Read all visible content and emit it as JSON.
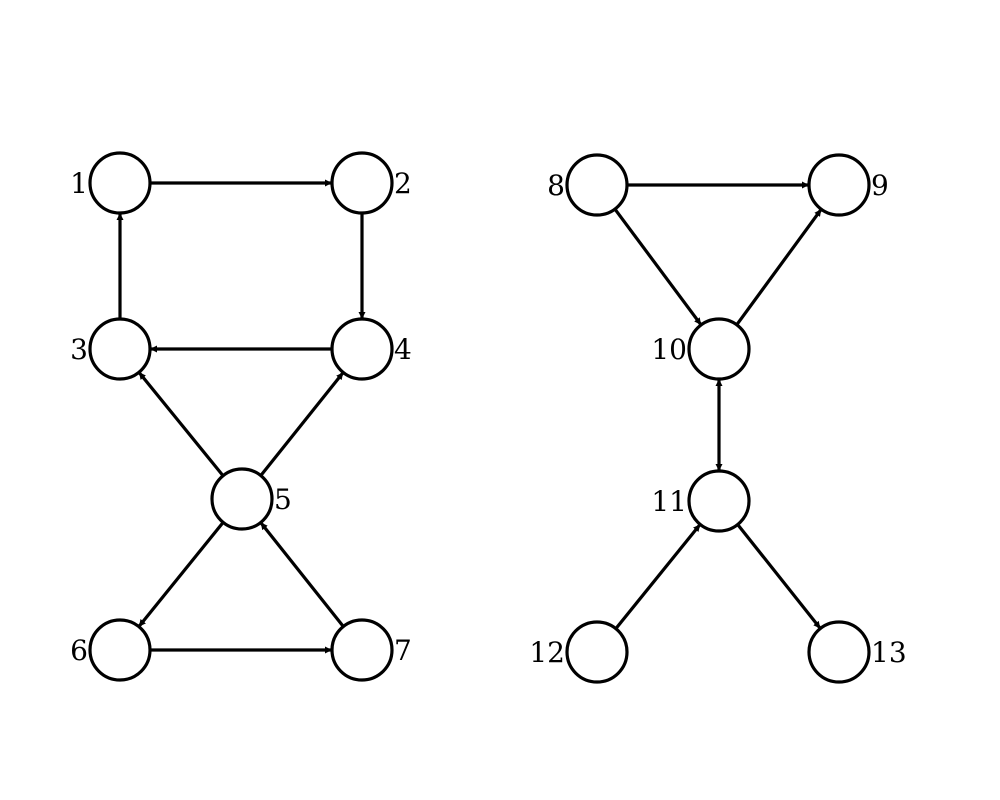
{
  "graphs": [
    {
      "nodes": [
        {
          "id": "1",
          "label": "1"
        },
        {
          "id": "2",
          "label": "2"
        },
        {
          "id": "3",
          "label": "3"
        },
        {
          "id": "4",
          "label": "4"
        },
        {
          "id": "5",
          "label": "5"
        },
        {
          "id": "6",
          "label": "6"
        },
        {
          "id": "7",
          "label": "7"
        }
      ],
      "edges": [
        {
          "from": "1",
          "to": "2",
          "direction": "forward"
        },
        {
          "from": "2",
          "to": "4",
          "direction": "forward"
        },
        {
          "from": "4",
          "to": "3",
          "direction": "forward"
        },
        {
          "from": "3",
          "to": "1",
          "direction": "forward"
        },
        {
          "from": "5",
          "to": "3",
          "direction": "forward"
        },
        {
          "from": "5",
          "to": "4",
          "direction": "forward"
        },
        {
          "from": "5",
          "to": "6",
          "direction": "forward"
        },
        {
          "from": "6",
          "to": "7",
          "direction": "forward"
        },
        {
          "from": "7",
          "to": "5",
          "direction": "forward"
        }
      ]
    },
    {
      "nodes": [
        {
          "id": "8",
          "label": "8"
        },
        {
          "id": "9",
          "label": "9"
        },
        {
          "id": "10",
          "label": "10"
        },
        {
          "id": "11",
          "label": "11"
        },
        {
          "id": "12",
          "label": "12"
        },
        {
          "id": "13",
          "label": "13"
        }
      ],
      "edges": [
        {
          "from": "8",
          "to": "9",
          "direction": "forward"
        },
        {
          "from": "8",
          "to": "10",
          "direction": "forward"
        },
        {
          "from": "10",
          "to": "9",
          "direction": "forward"
        },
        {
          "from": "10",
          "to": "11",
          "direction": "both"
        },
        {
          "from": "12",
          "to": "11",
          "direction": "forward"
        },
        {
          "from": "11",
          "to": "13",
          "direction": "forward"
        }
      ]
    }
  ],
  "colors": {
    "stroke": "#000000",
    "fill": "#ffffff"
  }
}
